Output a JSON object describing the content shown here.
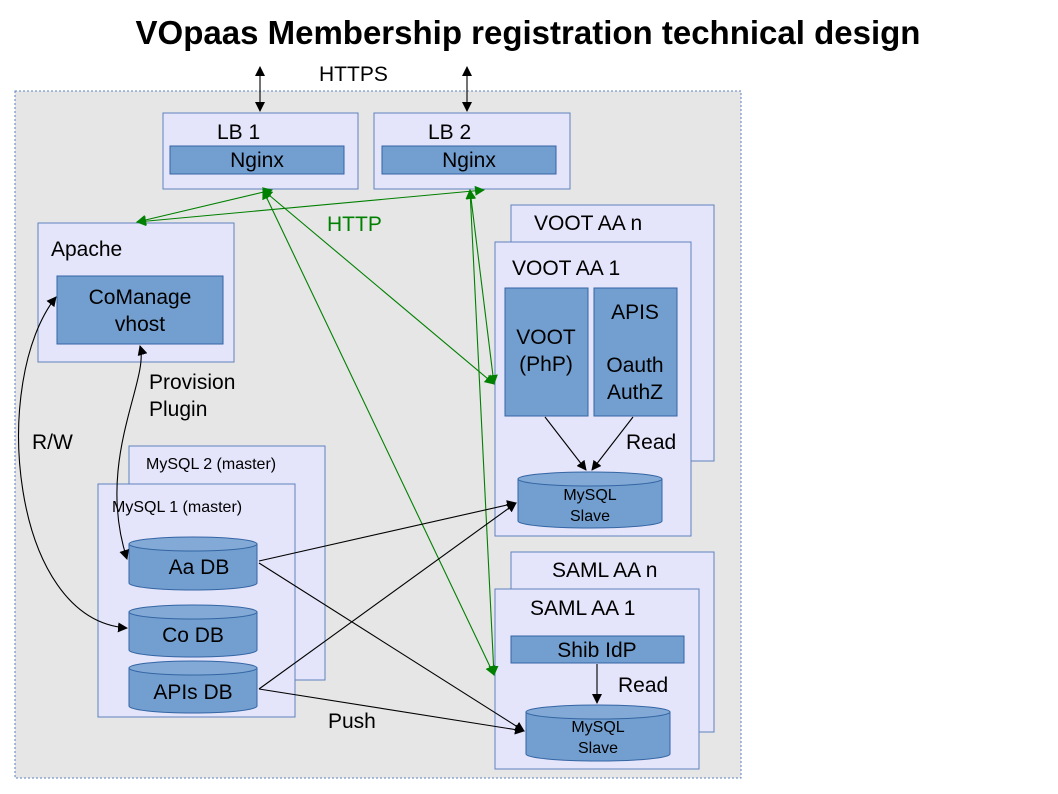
{
  "title": "VOpaas Membership registration technical design",
  "labels": {
    "https": "HTTPS",
    "http": "HTTP",
    "provision": "Provision",
    "plugin": "Plugin",
    "rw": "R/W",
    "read_voot": "Read",
    "read_saml": "Read",
    "push": "Push"
  },
  "nodes": {
    "lb1": {
      "title": "LB 1",
      "inner": "Nginx"
    },
    "lb2": {
      "title": "LB 2",
      "inner": "Nginx"
    },
    "apache": {
      "title": "Apache",
      "inner_line1": "CoManage",
      "inner_line2": "vhost"
    },
    "voot_n": {
      "title": "VOOT AA n"
    },
    "voot_1": {
      "title": "VOOT AA 1",
      "voot_line1": "VOOT",
      "voot_line2": "(PhP)",
      "apis_line1": "APIS",
      "apis_line2": "Oauth",
      "apis_line3": "AuthZ",
      "db_line1": "MySQL",
      "db_line2": "Slave"
    },
    "mysql2": {
      "title": "MySQL 2 (master)"
    },
    "mysql1": {
      "title": "MySQL 1 (master)",
      "aa_db": "Aa DB",
      "co_db": "Co DB",
      "apis_db": "APIs DB"
    },
    "saml_n": {
      "title": "SAML AA n"
    },
    "saml_1": {
      "title": "SAML AA 1",
      "shib": "Shib IdP",
      "db_line1": "MySQL",
      "db_line2": "Slave"
    }
  },
  "colors": {
    "http_arrows": "#008000",
    "background_area": "#e6e6e6",
    "outer_box": "#e4e4fa",
    "inner_box": "#729fcf"
  }
}
